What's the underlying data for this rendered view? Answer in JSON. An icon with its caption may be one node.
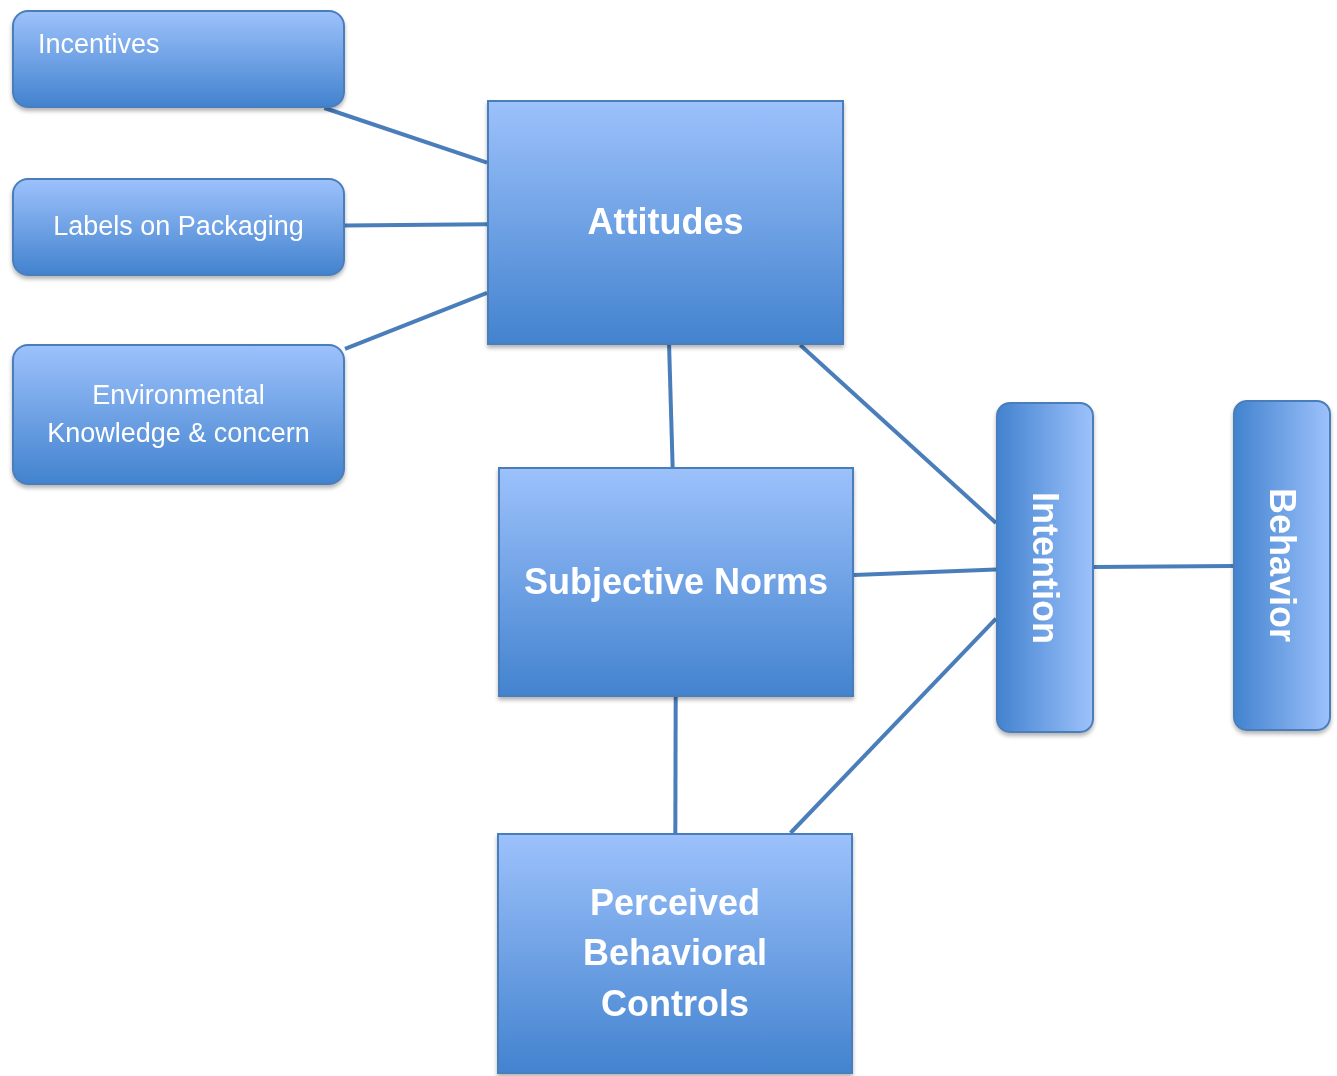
{
  "diagram": {
    "nodes": [
      {
        "text": [
          "Incentives"
        ]
      },
      {
        "text": [
          "Labels on Packaging"
        ]
      },
      {
        "text": [
          "Environmental Knowledge & concern"
        ]
      },
      {
        "text": [
          "Attitudes"
        ]
      },
      {
        "text": [
          "Subjective Norms"
        ]
      },
      {
        "text": [
          "Perceived Behavioral Controls"
        ]
      },
      {
        "text": [
          "Intention"
        ]
      },
      {
        "text": [
          "Behavior"
        ]
      }
    ],
    "edges": [
      {
        "from": 0,
        "to": 3,
        "arrow": "none"
      },
      {
        "from": 1,
        "to": 3,
        "arrow": "none"
      },
      {
        "from": 2,
        "to": 3,
        "arrow": "none"
      },
      {
        "from": 3,
        "to": 4,
        "arrow": "none"
      },
      {
        "from": 4,
        "to": 5,
        "arrow": "none"
      },
      {
        "from": 3,
        "to": 6,
        "arrow": "none"
      },
      {
        "from": 4,
        "to": 6,
        "arrow": "none"
      },
      {
        "from": 5,
        "to": 6,
        "arrow": "none"
      },
      {
        "from": 6,
        "to": 7,
        "arrow": "none"
      }
    ]
  }
}
